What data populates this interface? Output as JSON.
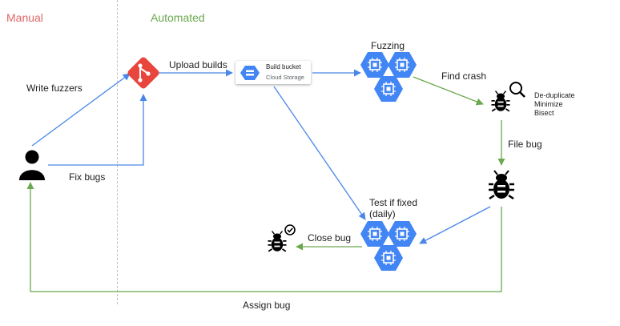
{
  "sections": {
    "manual": "Manual",
    "automated": "Automated"
  },
  "labels": {
    "write_fuzzers": "Write fuzzers",
    "fix_bugs": "Fix bugs",
    "upload_builds": "Upload builds",
    "fuzzing": "Fuzzing",
    "find_crash": "Find crash",
    "file_bug": "File bug",
    "test_if_fixed_line1": "Test if fixed",
    "test_if_fixed_line2": "(daily)",
    "close_bug": "Close bug",
    "assign_bug": "Assign bug"
  },
  "bucket": {
    "title": "Build bucket",
    "subtitle": "Cloud Storage"
  },
  "triage_steps": [
    "De-duplicate",
    "Minimize",
    "Bisect"
  ],
  "icons": {
    "developer": "person-icon",
    "repo": "git-icon",
    "bucket": "cloud-storage-icon",
    "fuzz_nodes": "compute-engine-icon",
    "triage": "bug-search-icon",
    "filed_bug": "bug-icon",
    "closed_bug": "bug-check-icon"
  },
  "colors": {
    "manual": "#e06666",
    "automated": "#6aa84f",
    "blue_arrow": "#4a86e8",
    "green_arrow": "#6aa84f",
    "git": "#e8453c",
    "hex": "#4285f4"
  }
}
